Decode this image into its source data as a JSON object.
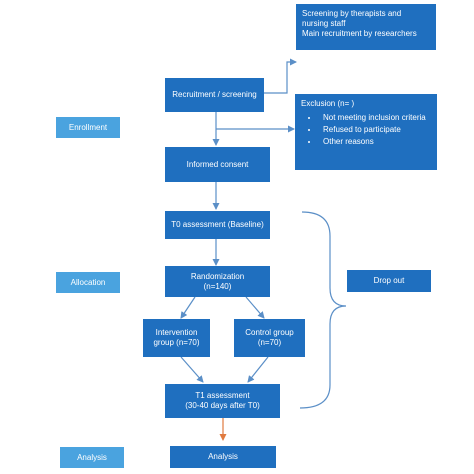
{
  "stages": {
    "enrollment": "Enrollment",
    "allocation": "Allocation",
    "analysis": "Analysis"
  },
  "boxes": {
    "screening_note": [
      "Screening by therapists and",
      "nursing staff",
      "Main recruitment by researchers"
    ],
    "recruitment": "Recruitment / screening",
    "exclusion": {
      "title": "Exclusion (n= )",
      "items": [
        "Not meeting inclusion criteria",
        "Refused to participate",
        "Other reasons"
      ]
    },
    "informed_consent": "Informed consent",
    "t0": "T0  assessment (Baseline)",
    "randomization": [
      "Randomization",
      "(n=140)"
    ],
    "intervention": [
      "Intervention",
      "group (n=70)"
    ],
    "control": [
      "Control group",
      "(n=70)"
    ],
    "dropout": "Drop out",
    "t1": [
      "T1 assessment",
      "(30-40 days after T0)"
    ],
    "analysis": "Analysis"
  },
  "colors": {
    "box": "#1f6fbf",
    "stage": "#4aa3df",
    "arrow": "#5b8fc7",
    "arrow_final": "#e07a3f"
  }
}
